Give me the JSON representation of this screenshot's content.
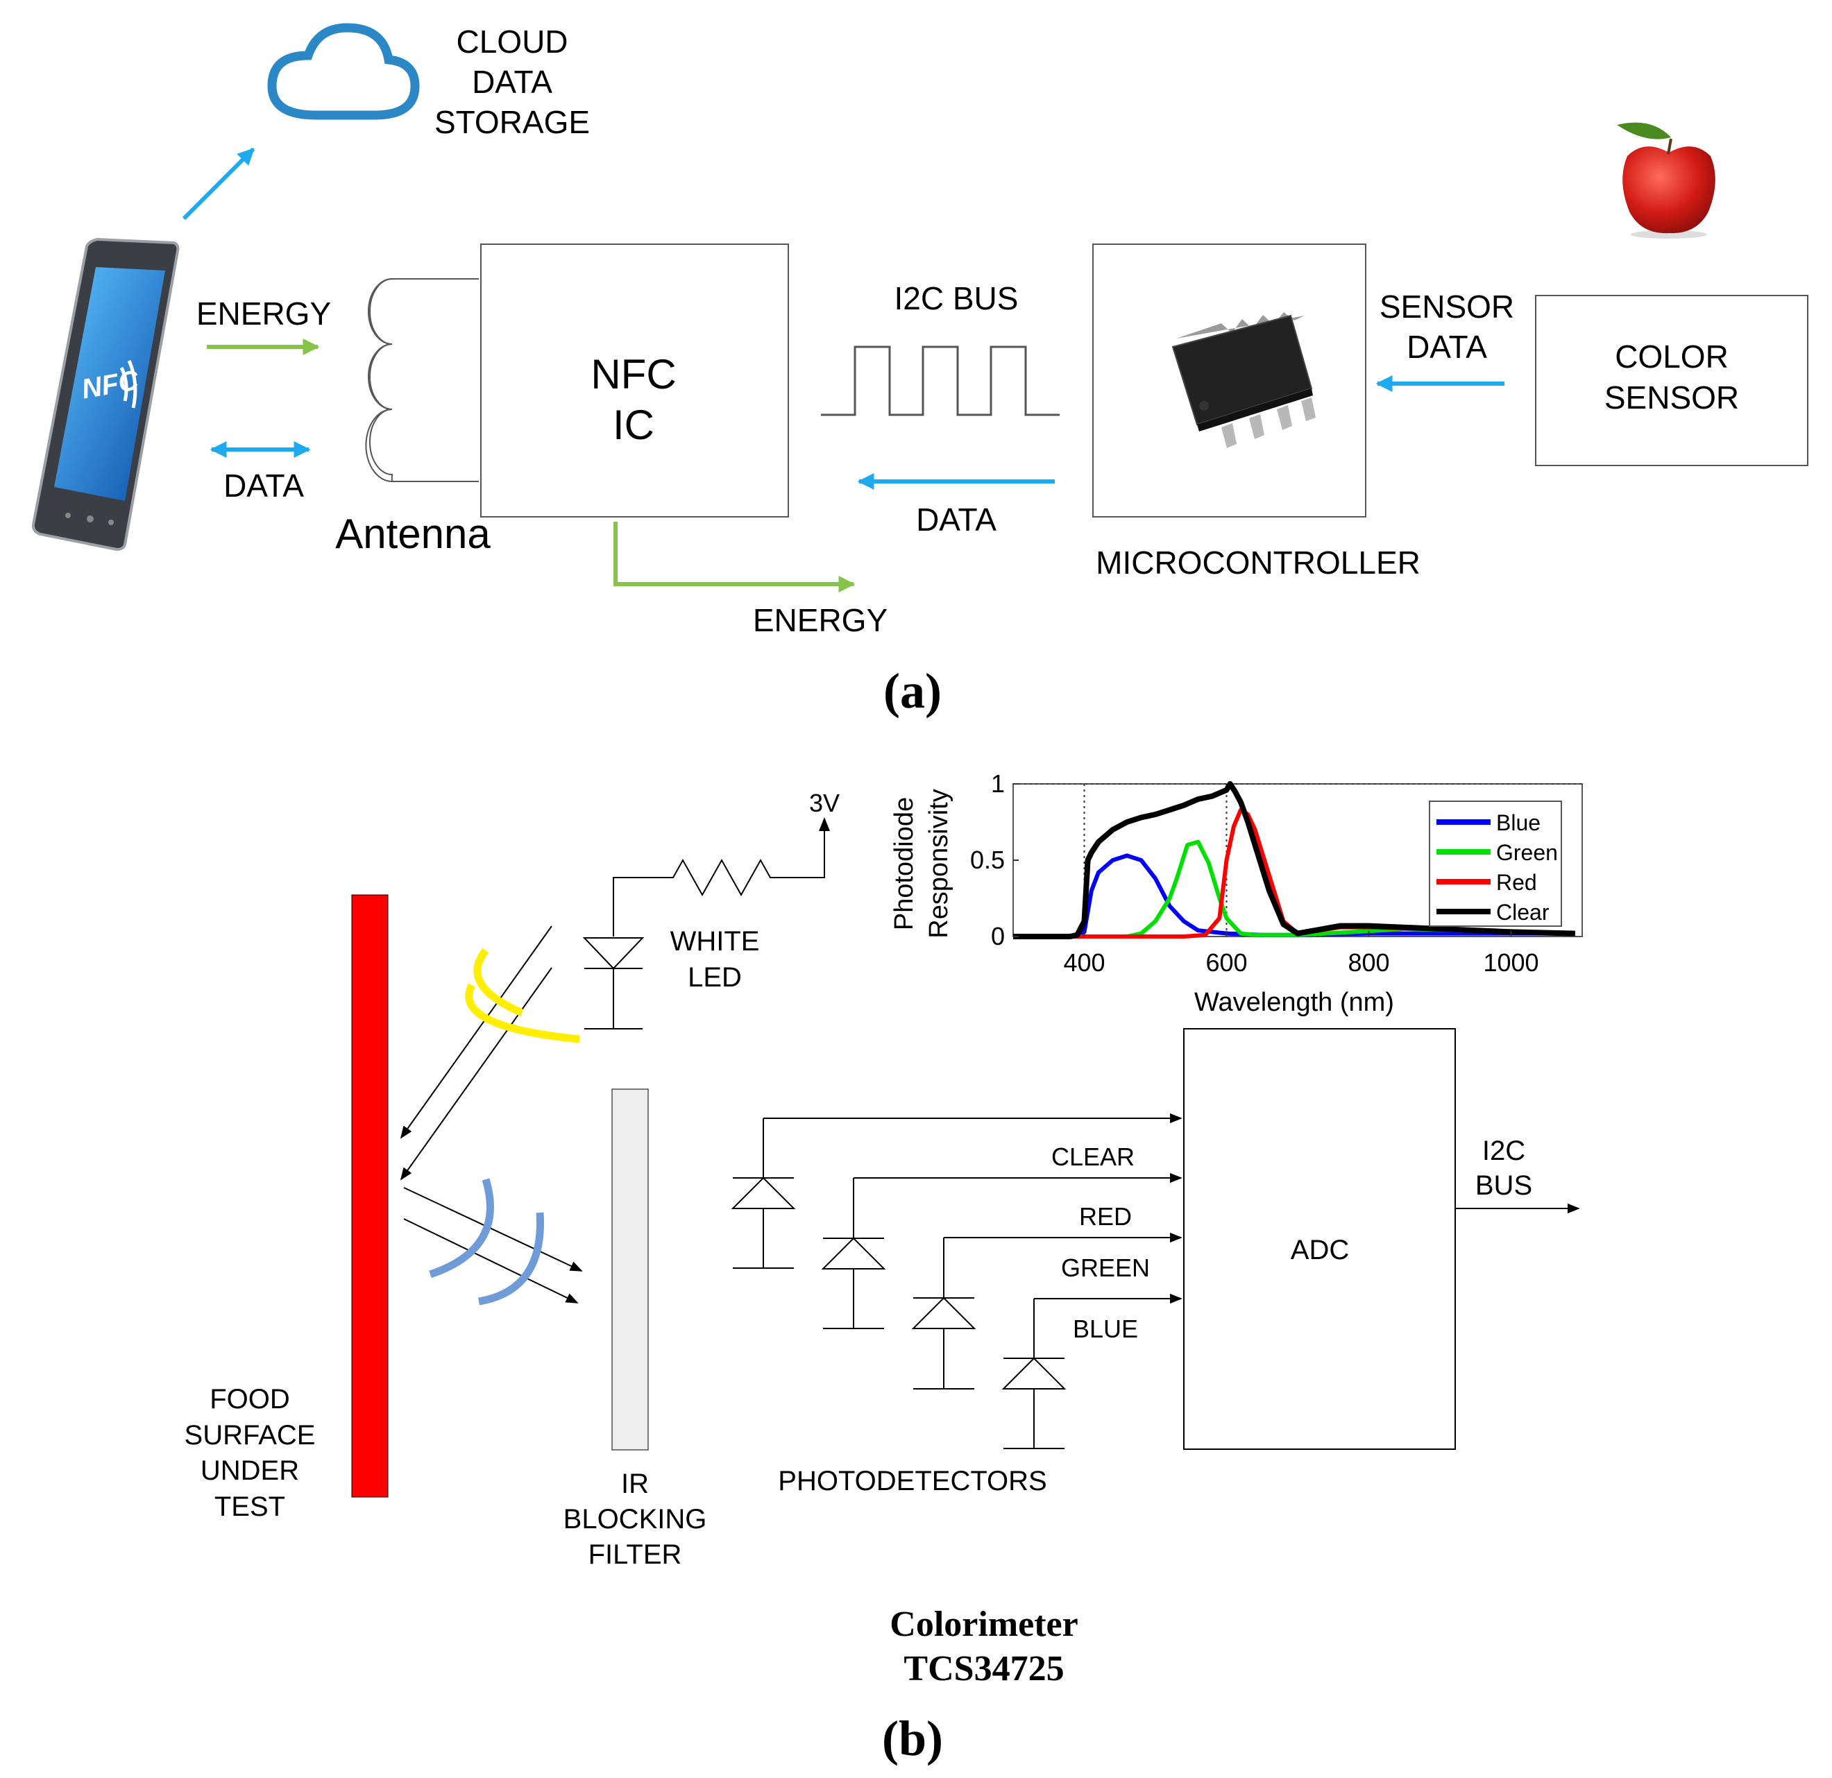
{
  "panel_a": {
    "cloud_label": [
      "CLOUD",
      "DATA",
      "STORAGE"
    ],
    "phone_badge": "NFC",
    "energy_in": "ENERGY",
    "data_in": "DATA",
    "antenna": "Antenna",
    "nfc_ic": [
      "NFC",
      "IC"
    ],
    "i2c_bus": "I2C BUS",
    "data_back": "DATA",
    "energy_out": "ENERGY",
    "microcontroller": "MICROCONTROLLER",
    "sensor_data": [
      "SENSOR",
      "DATA"
    ],
    "color_sensor": [
      "COLOR",
      "SENSOR"
    ],
    "caption": "(a)"
  },
  "panel_b": {
    "supply": "3V",
    "white_led": [
      "WHITE",
      "LED"
    ],
    "food_surface": [
      "FOOD",
      "SURFACE",
      "UNDER",
      "TEST"
    ],
    "ir_filter": [
      "IR",
      "BLOCKING",
      "FILTER"
    ],
    "photodetectors": "PHOTODETECTORS",
    "channels": [
      "CLEAR",
      "RED",
      "GREEN",
      "BLUE"
    ],
    "adc": "ADC",
    "i2c_out": [
      "I2C",
      "BUS"
    ],
    "title": [
      "Colorimeter",
      "TCS34725"
    ],
    "caption": "(b)",
    "colors": {
      "food": "#ff0000",
      "led_glow": "#ffee00",
      "reflect": "#6f9bd8"
    }
  },
  "chart_data": {
    "type": "line",
    "xlabel": "Wavelength (nm)",
    "ylabel": [
      "Photodiode",
      "Responsivity"
    ],
    "xlim": [
      300,
      1100
    ],
    "ylim": [
      0,
      1
    ],
    "xticks": [
      400,
      600,
      800,
      1000
    ],
    "yticks": [
      0,
      0.5,
      1
    ],
    "ytick_labels": [
      "0",
      "0.5",
      "1"
    ],
    "legend_position": "right",
    "series": [
      {
        "name": "Blue",
        "color": "#0000ff",
        "x": [
          300,
          380,
          400,
          410,
          420,
          440,
          460,
          480,
          500,
          520,
          540,
          560,
          580,
          600,
          650,
          700,
          800,
          1000,
          1090
        ],
        "y": [
          0,
          0,
          0.03,
          0.3,
          0.42,
          0.5,
          0.53,
          0.5,
          0.38,
          0.2,
          0.1,
          0.04,
          0.03,
          0.02,
          0.01,
          0.01,
          0.02,
          0.02,
          0.02
        ]
      },
      {
        "name": "Green",
        "color": "#00e000",
        "x": [
          300,
          460,
          480,
          500,
          520,
          530,
          545,
          560,
          575,
          590,
          600,
          620,
          640,
          700,
          780,
          850,
          1000,
          1090
        ],
        "y": [
          0,
          0,
          0.02,
          0.1,
          0.25,
          0.38,
          0.6,
          0.62,
          0.48,
          0.25,
          0.12,
          0.02,
          0.01,
          0.01,
          0.03,
          0.05,
          0.03,
          0.02
        ]
      },
      {
        "name": "Red",
        "color": "#ff0000",
        "x": [
          300,
          540,
          570,
          590,
          600,
          610,
          620,
          630,
          640,
          660,
          680,
          700,
          760,
          800,
          900,
          1000,
          1090
        ],
        "y": [
          0,
          0,
          0.01,
          0.12,
          0.5,
          0.72,
          0.83,
          0.8,
          0.7,
          0.4,
          0.1,
          0.02,
          0.06,
          0.06,
          0.05,
          0.03,
          0.02
        ]
      },
      {
        "name": "Clear",
        "color": "#000000",
        "x": [
          300,
          380,
          390,
          400,
          405,
          410,
          420,
          440,
          460,
          480,
          500,
          520,
          540,
          560,
          580,
          600,
          605,
          612,
          620,
          630,
          640,
          660,
          680,
          700,
          760,
          800,
          900,
          1000,
          1090
        ],
        "y": [
          0,
          0,
          0.01,
          0.1,
          0.5,
          0.55,
          0.62,
          0.7,
          0.75,
          0.78,
          0.8,
          0.83,
          0.86,
          0.9,
          0.92,
          0.96,
          1.0,
          0.95,
          0.88,
          0.75,
          0.6,
          0.3,
          0.08,
          0.02,
          0.07,
          0.07,
          0.05,
          0.03,
          0.02
        ]
      }
    ]
  }
}
